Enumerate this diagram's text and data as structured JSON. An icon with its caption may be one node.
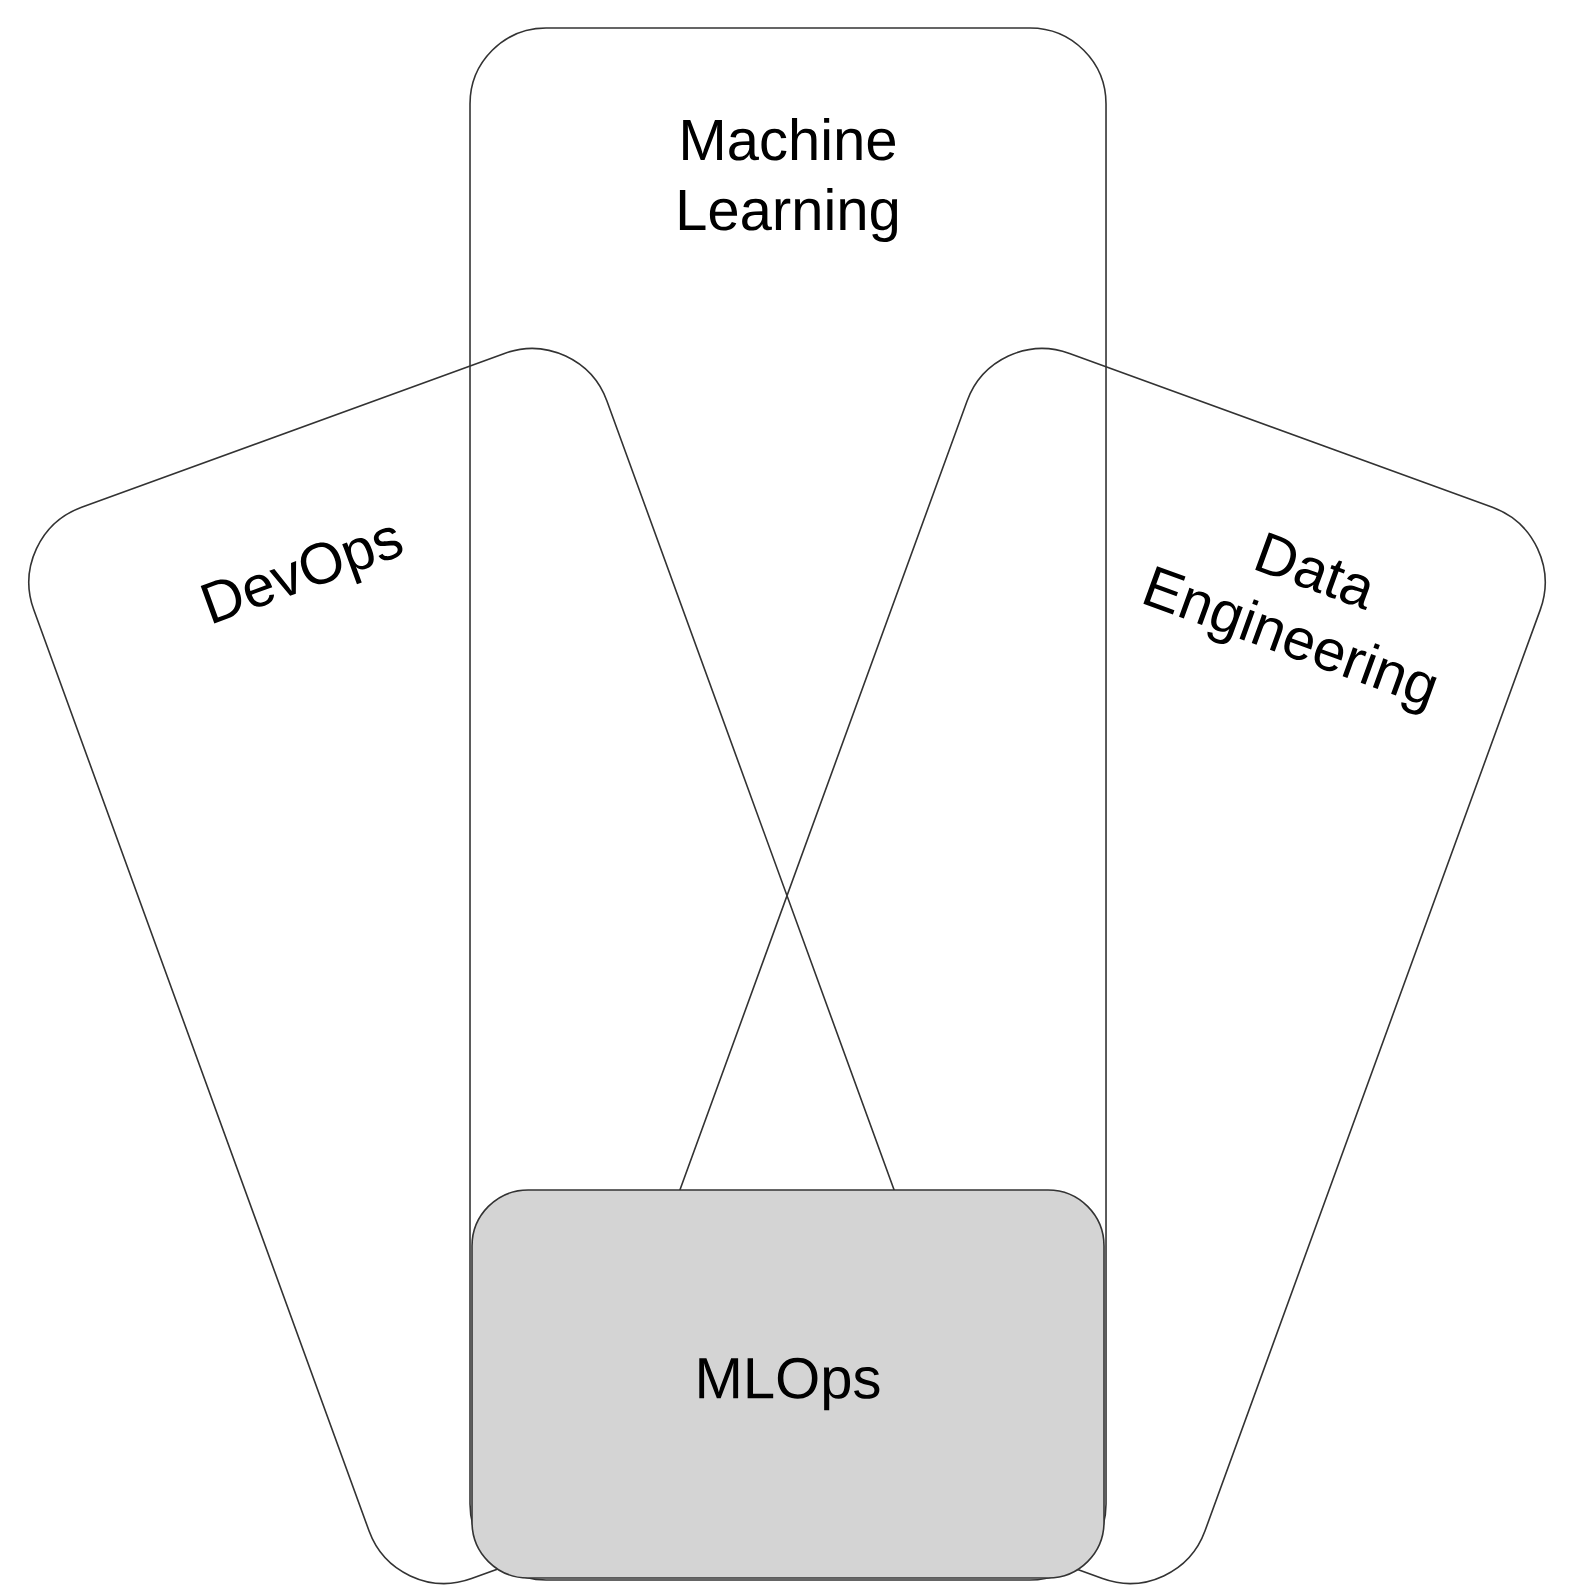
{
  "diagram": {
    "nodes": [
      {
        "text": [
          "Machine Learning"
        ]
      },
      {
        "text": [
          "DevOps"
        ]
      },
      {
        "text": [
          "Data Engineering"
        ]
      },
      {
        "text": [
          "MLOps"
        ],
        "in": 0
      }
    ]
  }
}
